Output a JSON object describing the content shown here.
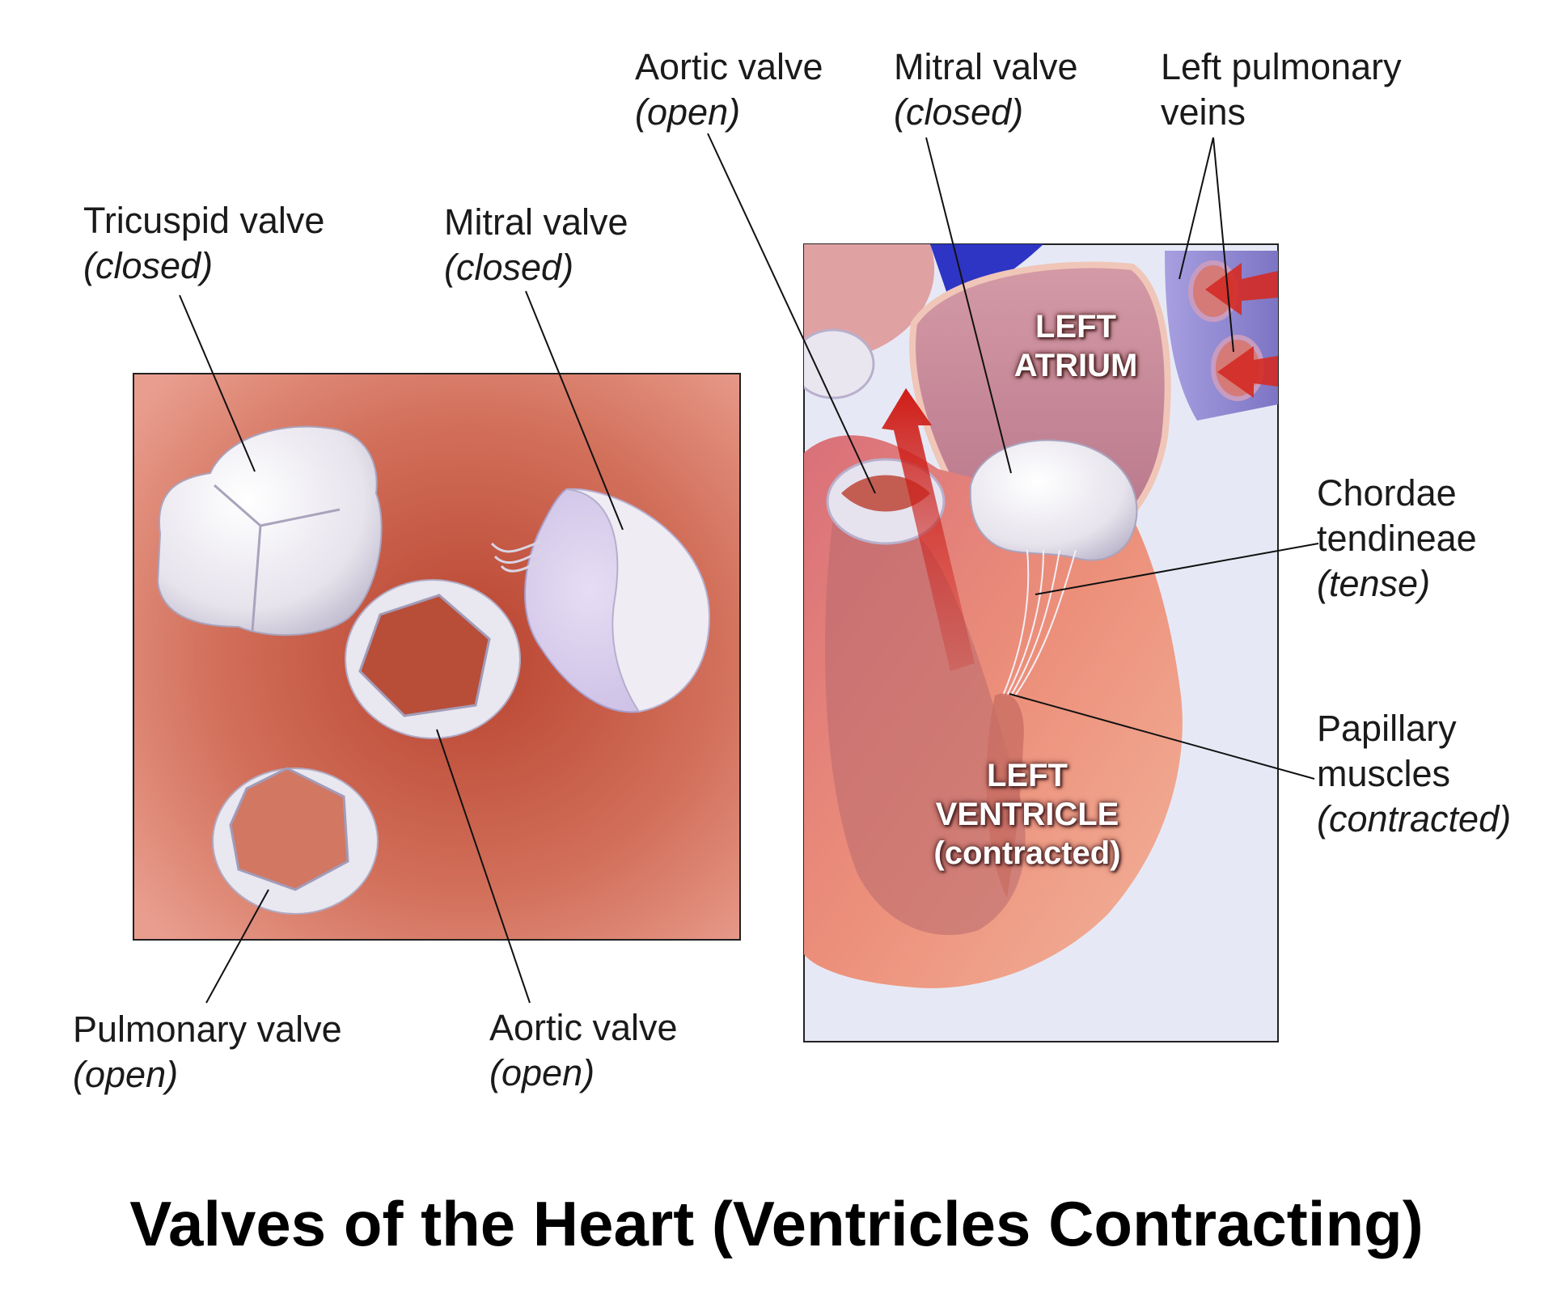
{
  "title": "Valves of the Heart (Ventricles Contracting)",
  "colors": {
    "panel_left": "#c85a45",
    "panel_right_bg": "#e6e9f5",
    "valve": "#e9e7ef",
    "arrow": "#c8201b",
    "vein": "#8f86d0",
    "vessel": "#2b2fb8"
  },
  "left_panel": {
    "labels": {
      "tricuspid": {
        "name": "Tricuspid valve",
        "state": "(closed)"
      },
      "mitral": {
        "name": "Mitral valve",
        "state": "(closed)"
      },
      "pulmonary": {
        "name": "Pulmonary valve",
        "state": "(open)"
      },
      "aortic": {
        "name": "Aortic valve",
        "state": "(open)"
      }
    }
  },
  "right_panel": {
    "labels": {
      "aortic": {
        "name": "Aortic valve",
        "state": "(open)"
      },
      "mitral": {
        "name": "Mitral valve",
        "state": "(closed)"
      },
      "pulmonary_veins": {
        "line1": "Left pulmonary",
        "line2": "veins"
      },
      "chordae": {
        "line1": "Chordae",
        "line2": "tendineae",
        "state": "(tense)"
      },
      "papillary": {
        "line1": "Papillary",
        "line2": "muscles",
        "state": "(contracted)"
      }
    },
    "chambers": {
      "atrium": {
        "line1": "LEFT",
        "line2": "ATRIUM"
      },
      "ventricle": {
        "line1": "LEFT",
        "line2": "VENTRICLE",
        "line3": "(contracted)"
      }
    }
  }
}
